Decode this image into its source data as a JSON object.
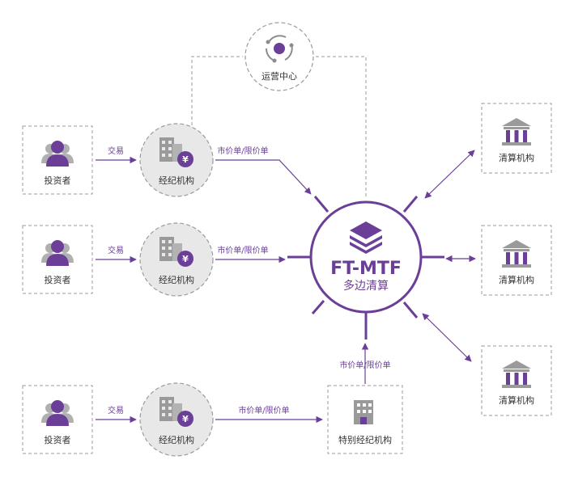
{
  "center": {
    "title": "FT-MTF",
    "subtitle": "多边清算"
  },
  "ops_center": {
    "label": "运营中心"
  },
  "investors": [
    {
      "label": "投资者"
    },
    {
      "label": "投资者"
    },
    {
      "label": "投资者"
    }
  ],
  "brokers": [
    {
      "label": "经纪机构"
    },
    {
      "label": "经纪机构"
    },
    {
      "label": "经纪机构"
    }
  ],
  "special_broker": {
    "label": "特别经纪机构"
  },
  "clearing": [
    {
      "label": "清算机构"
    },
    {
      "label": "清算机构"
    },
    {
      "label": "清算机构"
    }
  ],
  "edges": {
    "trade": [
      "交易",
      "交易",
      "交易"
    ],
    "order": [
      "市价单/限价单",
      "市价单/限价单",
      "市价单/限价单"
    ],
    "special_order": "市价单/限价单"
  },
  "colors": {
    "accent": "#6b3f97",
    "gray": "#8c8c8c",
    "circle_fill": "#e8e8e8",
    "dash": "#9b9b9b"
  }
}
